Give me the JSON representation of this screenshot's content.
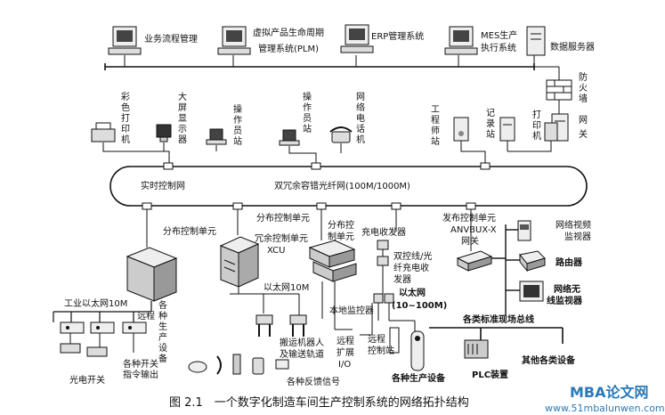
{
  "top_row": {
    "business": "业务流程管理",
    "plm_line1": "虚拟产品生命周期",
    "plm_line2": "管理系统(PLM)",
    "erp": "ERP管理系统",
    "mes_line1": "MES生产",
    "mes_line2": "执行系统",
    "data_server": "数据服务器"
  },
  "firewall": [
    "防",
    "火",
    "墙"
  ],
  "middle_row": {
    "color_printer": [
      "彩",
      "色",
      "打",
      "印",
      "机"
    ],
    "big_screen": [
      "大",
      "屏",
      "显",
      "示",
      "器"
    ],
    "operator1": [
      "操",
      "作",
      "员",
      "站"
    ],
    "operator2": [
      "操",
      "作",
      "员",
      "站"
    ],
    "net_phone": [
      "网",
      "络",
      "电",
      "话",
      "机"
    ],
    "engineer": [
      "工",
      "程",
      "师",
      "站"
    ],
    "recorder": [
      "记",
      "录",
      "站"
    ],
    "printer": [
      "打",
      "印",
      "机"
    ],
    "gateway": [
      "网",
      "关"
    ]
  },
  "ring": {
    "realtime": "实时控制网",
    "fiber": "双冗余容错光纤网(100M/1000M)"
  },
  "bottom": {
    "dcu1": "分布控制单元",
    "dcu2": "分布控制单元",
    "xcu_line1": "冗余控制单元",
    "xcu_line2": "XCU",
    "dcu3_line1": "分布控",
    "dcu3_line2": "制单元",
    "charge_transceiver": "充电收发器",
    "dual_line1": "双控线/光",
    "dual_line2": "纤充电收",
    "dual_line3": "发器",
    "ethernet_line1": "以太网",
    "ethernet_line2": "(10~100M)",
    "pub_line1": "发布控制单元",
    "pub_line2": "ANVBUX-X",
    "pub_line3": "网关",
    "video_line1": "网络视频",
    "video_line2": "监视器",
    "router": "路由器",
    "wireless_line1": "网络无",
    "wireless_line2": "线监视器",
    "bus": "各类标准现场总线",
    "industrial_eth": "工业以太网10M",
    "remote": "远程",
    "devices": [
      "各",
      "种",
      "生",
      "产",
      "设",
      "备"
    ],
    "photo_switch": "光电开关",
    "switch_line1": "各种开关",
    "switch_line2": "指令输出",
    "eth10m": "以太网10M",
    "robot_line1": "搬运机器人",
    "robot_line2": "及输送轨道",
    "local_monitor": "本地监控器",
    "remote_io": [
      "远程",
      "扩展",
      "I/O"
    ],
    "remote_station_line1": "远程",
    "remote_station_line2": "控制站",
    "feedback": "各种反馈信号",
    "production_equip": "各种生产设备",
    "plc": "PLC装置",
    "other_equip": "其他各类设备"
  },
  "caption": "图 2.1　一个数字化制造车间生产控制系统的网络拓扑结构",
  "watermark": {
    "brand": "MBA论文网",
    "url": "www.51mbalunwen.com"
  }
}
